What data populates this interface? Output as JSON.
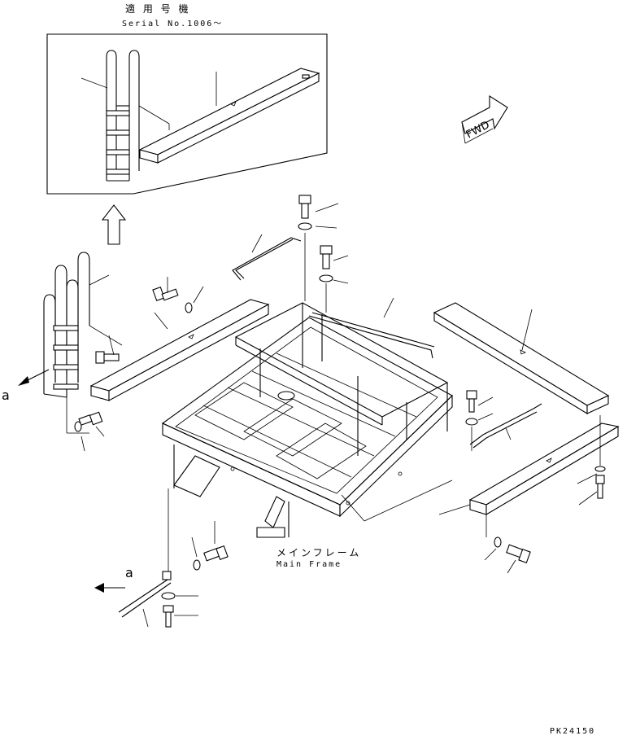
{
  "inset": {
    "title_jp": "適 用 号 機",
    "title_en": "Serial No.1006～"
  },
  "fwd_label": "FWD",
  "main_frame": {
    "label_jp": "メインフレーム",
    "label_en": "Main Frame"
  },
  "view_refs": [
    "a",
    "a"
  ],
  "drawing_code": "PK24150"
}
